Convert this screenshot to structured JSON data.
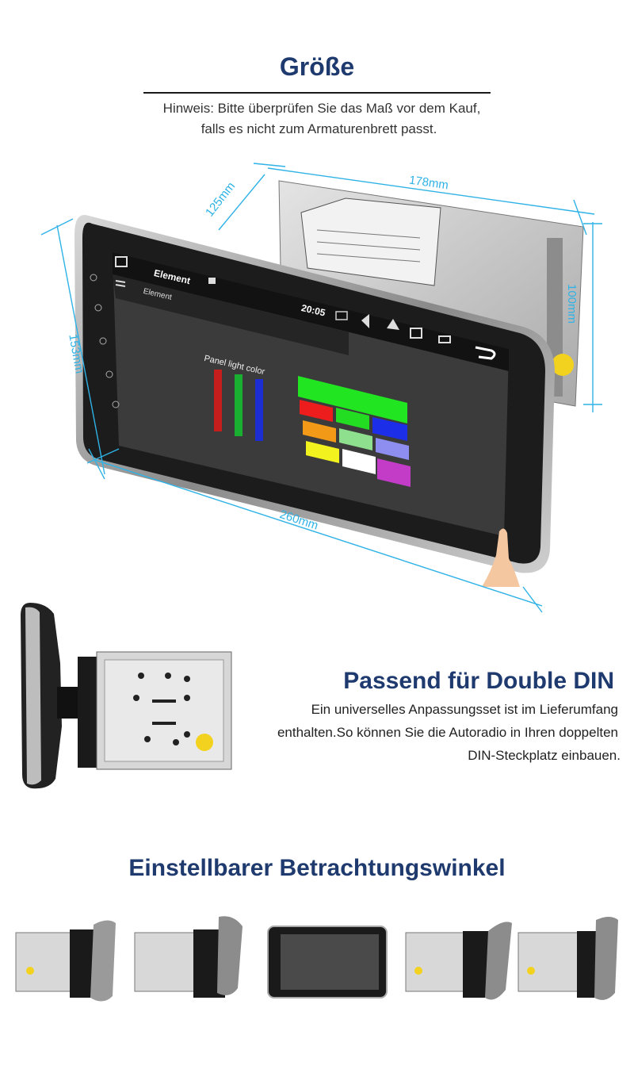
{
  "section1": {
    "title": "Größe",
    "hint_line1": "Hinweis: Bitte überprüfen Sie das Maß vor dem Kauf,",
    "hint_line2": "falls es nicht zum Armaturenbrett passt."
  },
  "dimensions": {
    "depth": "125mm",
    "width_back": "178mm",
    "height_back": "100mm",
    "height_front": "153mm",
    "width_front": "260mm"
  },
  "screen": {
    "app_title": "Element",
    "sub_title": "Element",
    "time": "20:05",
    "panel_label": "Panel light color"
  },
  "section2": {
    "title": "Passend für Double DIN",
    "line1": "Ein universelles Anpassungsset ist im Lieferumfang",
    "line2": "enthalten.So können Sie die Autoradio in Ihren doppelten",
    "line3": "DIN-Steckplatz einbauen."
  },
  "section3": {
    "title": "Einstellbarer Betrachtungswinkel"
  },
  "colors": {
    "heading": "#1f3a6e",
    "dimension_line": "#2fb2e6"
  }
}
